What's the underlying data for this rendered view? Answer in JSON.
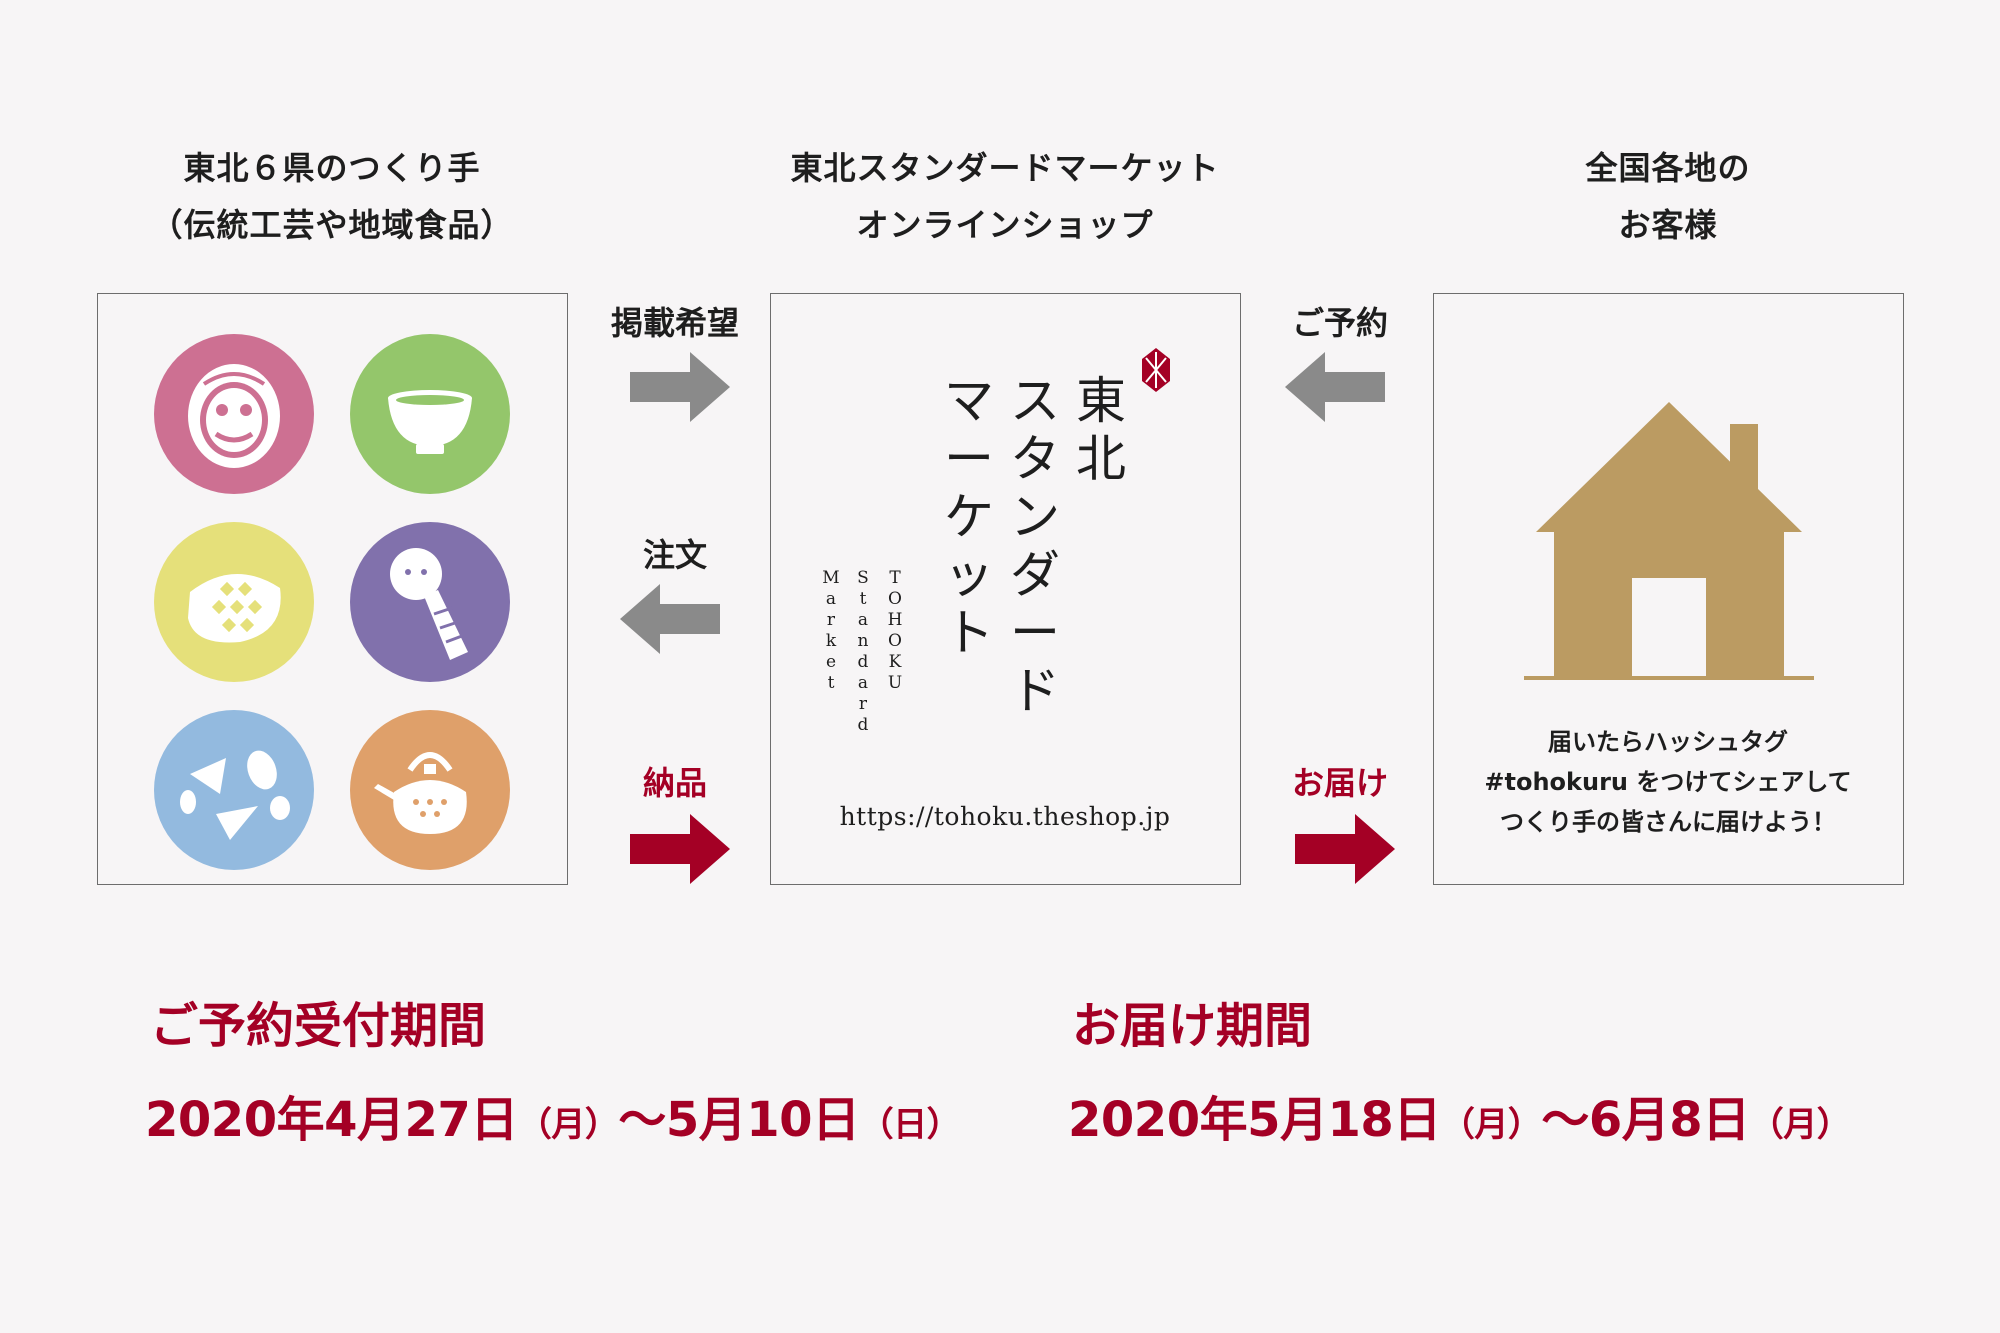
{
  "columns": {
    "makers": {
      "title_line1": "東北６県のつくり手",
      "title_line2": "（伝統工芸や地域食品）"
    },
    "shop": {
      "title_line1": "東北スタンダードマーケット",
      "title_line2": "オンラインショップ"
    },
    "customers": {
      "title_line1": "全国各地の",
      "title_line2": "お客様"
    }
  },
  "flows": {
    "listing_request": "掲載希望",
    "order": "注文",
    "delivery_goods": "納品",
    "reservation": "ご予約",
    "shipping": "お届け"
  },
  "shop_logo": {
    "name_col1": [
      "東",
      "北"
    ],
    "name_col2": [
      "ス",
      "タ",
      "ン",
      "ダ",
      "ー",
      "ド"
    ],
    "name_col3": [
      "マ",
      "ー",
      "ケ",
      "ッ",
      "ト"
    ],
    "en_col1": [
      "T",
      "O",
      "H",
      "O",
      "K",
      "U"
    ],
    "en_col2": [
      "S",
      "t",
      "a",
      "n",
      "d",
      "a",
      "r",
      "d"
    ],
    "en_col3": [
      "M",
      "a",
      "r",
      "k",
      "e",
      "t"
    ],
    "url": "https://tohoku.theshop.jp"
  },
  "customer_message": {
    "line1": "届いたらハッシュタグ",
    "line2": "#tohokuru をつけてシェアして",
    "line3": "つくり手の皆さんに届けよう！"
  },
  "icons": [
    {
      "name": "daruma-icon",
      "color": "#cd7092"
    },
    {
      "name": "bowl-icon",
      "color": "#94c66b"
    },
    {
      "name": "zunda-mochi-icon",
      "color": "#e5e07a"
    },
    {
      "name": "kokeshi-icon",
      "color": "#8171ac"
    },
    {
      "name": "senbei-icon",
      "color": "#93badf"
    },
    {
      "name": "iron-kettle-icon",
      "color": "#dfa06a"
    }
  ],
  "colors": {
    "accent_red": "#a40025",
    "arrow_gray": "#8a8a8a",
    "house_gold": "#bb9b62"
  },
  "periods": {
    "reservation": {
      "title": "ご予約受付期間",
      "d1": "2020",
      "y": "年",
      "d2": "4",
      "m1": "月",
      "d3": "27",
      "dd1": "日",
      "w1": "（月）",
      "tilde": "〜",
      "d4": "5",
      "m2": "月",
      "d5": "10",
      "dd2": "日",
      "w2": "（日）"
    },
    "delivery": {
      "title": "お届け期間",
      "d1": "2020",
      "y": "年",
      "d2": "5",
      "m1": "月",
      "d3": "18",
      "dd1": "日",
      "w1": "（月）",
      "tilde": "〜",
      "d4": "6",
      "m2": "月",
      "d5": "8",
      "dd2": "日",
      "w2": "（月）"
    }
  }
}
